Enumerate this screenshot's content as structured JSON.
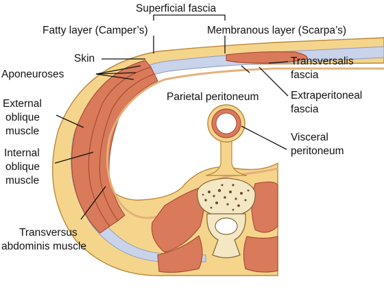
{
  "labels": {
    "superficial_fascia": "Superficial fascia",
    "fatty_layer": "Fatty layer (Camper’s)",
    "membranous_layer": "Membranous layer (Scarpa’s)",
    "skin": "Skin",
    "aponeuroses": "Aponeuroses",
    "transversalis_1": "Transversalis",
    "transversalis_2": "fascia",
    "parietal_peritoneum": "Parietal peritoneum",
    "extraperitoneal_1": "Extraperitoneal",
    "extraperitoneal_2": "fascia",
    "external_1": "External",
    "external_2": "oblique",
    "external_3": "muscle",
    "internal_1": "Internal",
    "internal_2": "oblique",
    "internal_3": "muscle",
    "visceral_1": "Visceral",
    "visceral_2": "peritoneum",
    "transversus_1": "Transversus",
    "transversus_2": "abdominis muscle"
  },
  "colors": {
    "fat": "#f5d58c",
    "fat_outline": "#b8873a",
    "muscle": "#d97a5a",
    "muscle_line": "#a94e35",
    "fascia": "#c9d3ea",
    "peritoneum": "#e4b07a",
    "bone": "#f3e7c4",
    "marrow": "#6b4a2a",
    "canal": "#ffffff",
    "line": "#111111"
  }
}
